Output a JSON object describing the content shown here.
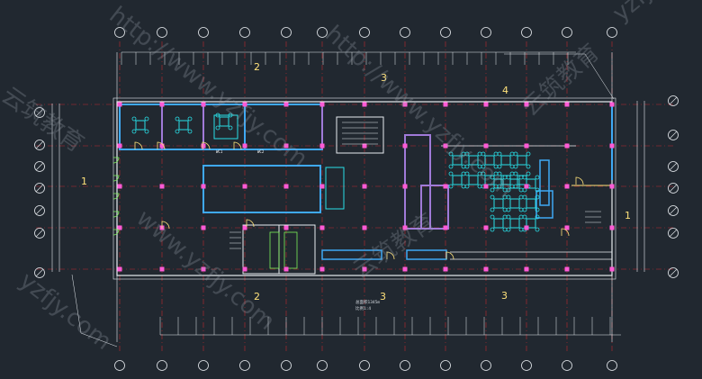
{
  "drawing": {
    "zone_labels": {
      "top_left": "2",
      "top_middle": "3",
      "top_right": "4",
      "left": "1",
      "right": "1",
      "bottom_left": "2",
      "bottom_middle": "3",
      "bottom_right": "3"
    },
    "notes": {
      "line1": "总面积1345m",
      "line2": "比例1:4"
    },
    "room_tags": {
      "wc_a": "WC1",
      "wc_b": "WC2"
    },
    "watermarks": {
      "url1": "http://www.yzfjy.com",
      "url2": "www.yzfjy.com",
      "url3": "yzfjy.com",
      "cn1": "云筑教育",
      "cn2": "云筑教育"
    },
    "colors": {
      "background": "#212830",
      "wall_white": "#e8ecf0",
      "axis_red": "#c0282e",
      "partition_blue": "#3fa9f5",
      "partition_purple": "#a07ad8",
      "furniture_cyan": "#29e0e8",
      "door_yellow": "#ffe27a",
      "green": "#7cf25a",
      "column_pink": "#ff5ad6"
    }
  }
}
